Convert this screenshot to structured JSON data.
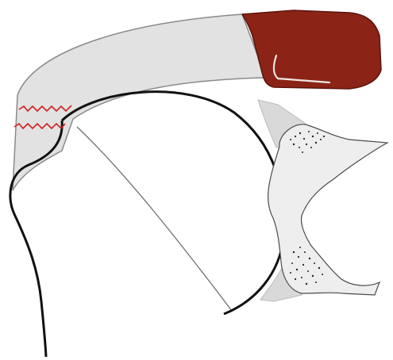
{
  "figure": {
    "background": "#ffffff",
    "colors": {
      "tendon_fill": "#e2e2e2",
      "tendon_edge": "#8a8a8a",
      "muscle_fill": "#8b2317",
      "muscle_edge": "#5c140c",
      "muscle_highlight": "#f1e6e2",
      "tear_line": "#d02020",
      "bone_outline": "#111111",
      "thin_line": "#6f6f6f",
      "glenoid_fill": "#eeeeee",
      "labrum_fill": "#d9d9d9"
    },
    "parts": [
      {
        "name": "supraspinatus-tendon",
        "interactable": false
      },
      {
        "name": "supraspinatus-muscle-belly",
        "interactable": false
      },
      {
        "name": "tendon-tear-lines",
        "interactable": false
      },
      {
        "name": "humeral-head",
        "interactable": false
      },
      {
        "name": "humeral-shaft-outline",
        "interactable": false
      },
      {
        "name": "anatomical-neck-line",
        "interactable": false
      },
      {
        "name": "glenoid",
        "interactable": false
      },
      {
        "name": "superior-labrum",
        "interactable": false
      },
      {
        "name": "inferior-labrum",
        "interactable": false
      }
    ]
  }
}
